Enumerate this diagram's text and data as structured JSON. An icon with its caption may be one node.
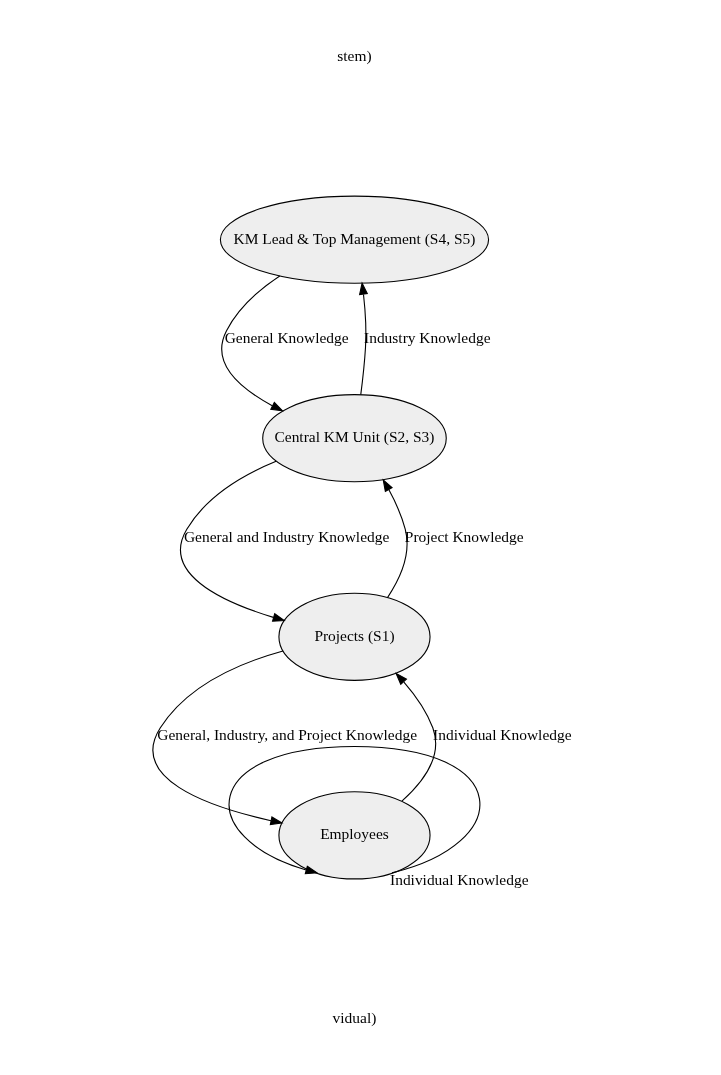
{
  "diagram": {
    "nodes": [
      {
        "text": [
          "KM Lead & Top Management (S4, S5)"
        ]
      },
      {
        "text": [
          "Central KM Unit (S2, S3)"
        ]
      },
      {
        "text": [
          "Projects (S1)"
        ]
      },
      {
        "text": [
          "Employees"
        ]
      }
    ],
    "edges": [
      {
        "from": 0,
        "to": 1,
        "arrow": "to",
        "label": "General Knowledge"
      },
      {
        "from": 1,
        "to": 0,
        "arrow": "to",
        "label": "Industry Knowledge"
      },
      {
        "from": 1,
        "to": 2,
        "arrow": "to",
        "label": "General and Industry Knowledge"
      },
      {
        "from": 2,
        "to": 1,
        "arrow": "to",
        "label": "Project Knowledge"
      },
      {
        "from": 2,
        "to": 3,
        "arrow": "to",
        "label": "General, Industry, and Project Knowledge"
      },
      {
        "from": 3,
        "to": 2,
        "arrow": "to",
        "label": "Individual Knowledge"
      },
      {
        "from": 3,
        "to": 3,
        "arrow": "to",
        "label": "Individual Knowledge"
      }
    ],
    "labels": [
      "stem)",
      "vidual)"
    ]
  }
}
